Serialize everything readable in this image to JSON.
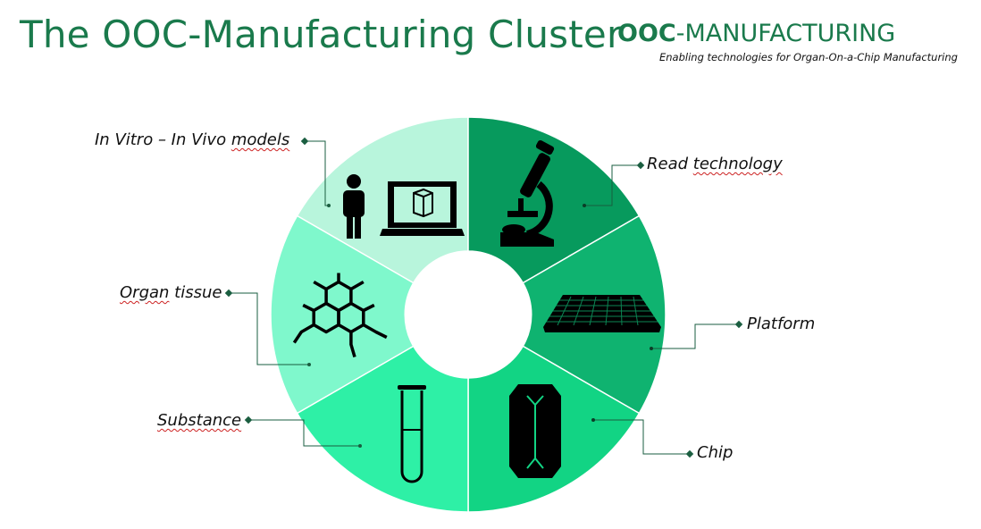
{
  "header": {
    "title": "The OOC-Manufacturing Cluster",
    "brand_bold": "OOC",
    "brand_rest": "-MANUFACTURING",
    "tagline": "Enabling technologies for Organ-On-a-Chip Manufacturing",
    "brand_color": "#1a7a4c"
  },
  "segments": [
    {
      "label_pre": "In Vitro – In Vivo ",
      "label_squig": "models",
      "label_post": "",
      "icon": "person-laptop-icon",
      "color": "#b8f5dc"
    },
    {
      "label_pre": "Read ",
      "label_squig": "technology",
      "label_post": "",
      "icon": "microscope-icon",
      "color": "#079a5d"
    },
    {
      "label_pre": "Platform",
      "label_squig": "",
      "label_post": "",
      "icon": "well-plate-icon",
      "color": "#0fb370"
    },
    {
      "label_pre": "Chip",
      "label_squig": "",
      "label_post": "",
      "icon": "microfluidic-chip-icon",
      "color": "#12d484"
    },
    {
      "label_pre": "",
      "label_squig": "Substance",
      "label_post": "",
      "icon": "test-tube-icon",
      "color": "#2ef0a6"
    },
    {
      "label_pre": "",
      "label_squig": "Organ",
      "label_post": " tissue",
      "icon": "molecule-icon",
      "color": "#7ff8cc"
    }
  ]
}
